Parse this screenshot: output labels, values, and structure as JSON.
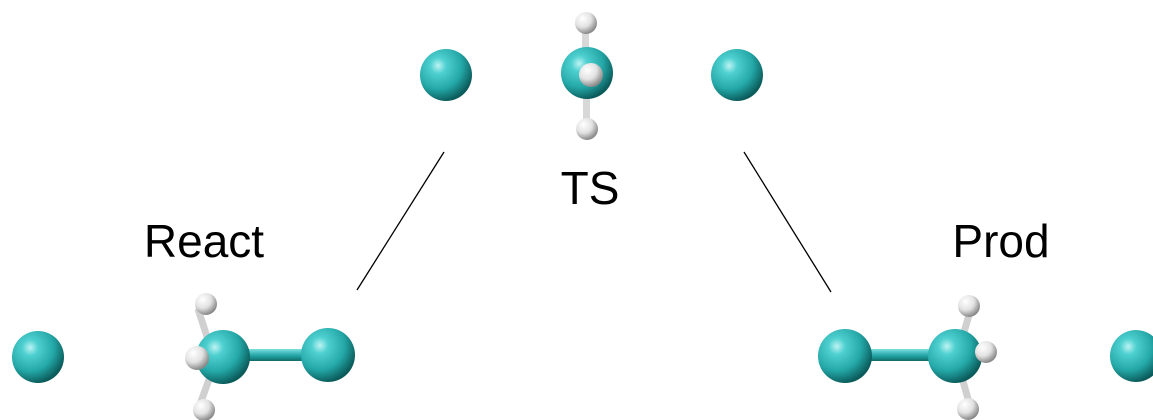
{
  "labels": {
    "transition_state": "TS",
    "reactant": "React",
    "product": "Prod"
  },
  "colors": {
    "carbon": "#2fb6b6",
    "hydrogen": "#e8e8e8",
    "line": "#000000",
    "background": "#ffffff"
  }
}
